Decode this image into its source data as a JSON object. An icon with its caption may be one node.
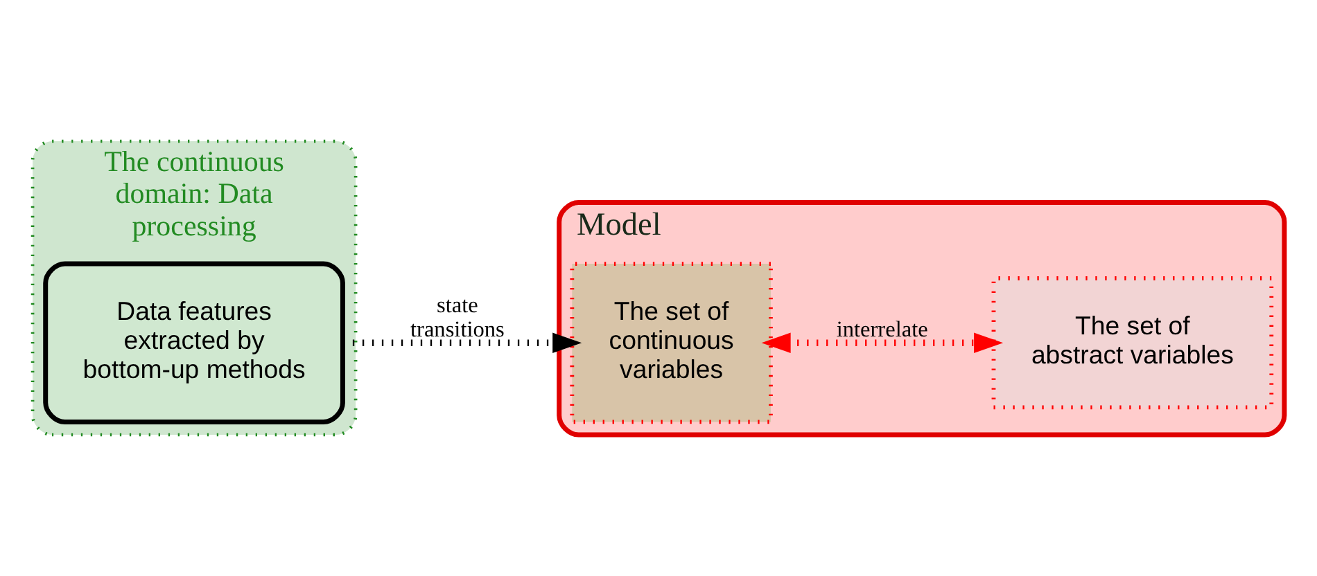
{
  "diagram": {
    "nodes": [
      {
        "text": [
          "The continuous domain: Data processing"
        ]
      },
      {
        "text": [
          "Data features extracted by bottom-up methods"
        ],
        "in": 0
      },
      {
        "text": [
          "Model"
        ]
      },
      {
        "text": [
          "The set of continuous variables"
        ],
        "in": 2
      },
      {
        "text": [
          "The set of abstract variables"
        ],
        "in": 2
      }
    ],
    "edges": [
      {
        "from": 1,
        "to": 3,
        "arrow": "to",
        "label": "state transitions",
        "style": "dashed"
      },
      {
        "from": 3,
        "to": 4,
        "arrow": "both",
        "label": "interrelate",
        "style": "dashed",
        "color": "#ff0000"
      }
    ]
  }
}
